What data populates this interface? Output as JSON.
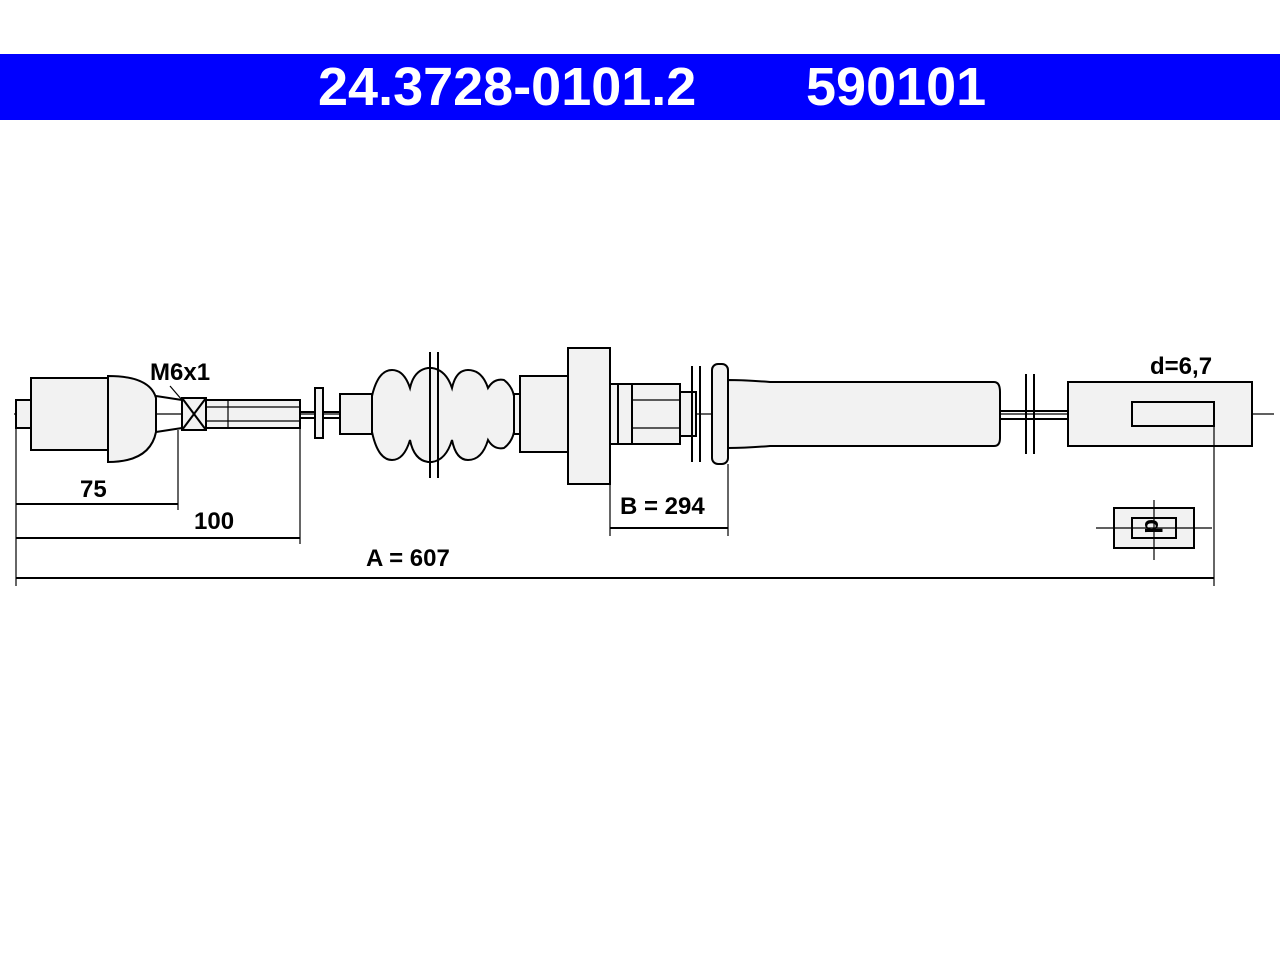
{
  "header": {
    "part_number": "24.3728-0101.2",
    "reference_number": "590101",
    "background_color": "#0000ff",
    "text_color": "#ffffff"
  },
  "labels": {
    "thread": "M6x1",
    "diameter": "d=6,7",
    "dim_75": "75",
    "dim_100": "100",
    "dim_b": "B = 294",
    "dim_a": "A = 607",
    "detail_letter": "d"
  }
}
